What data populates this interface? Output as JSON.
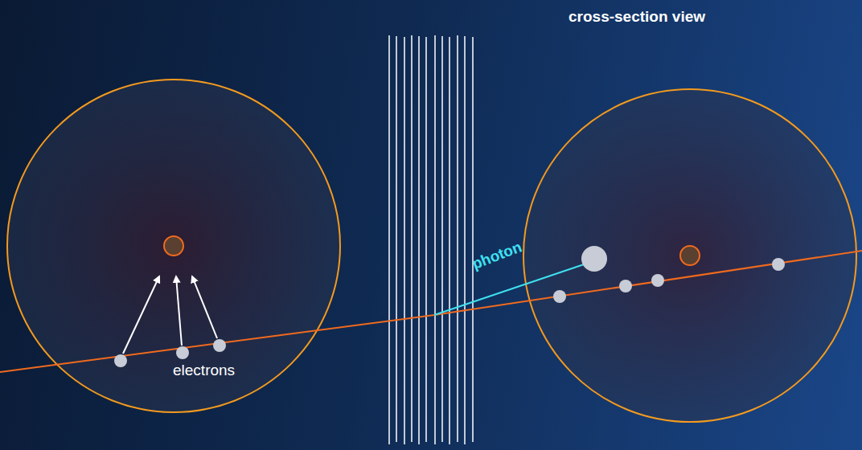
{
  "diagram": {
    "labels": [
      "cross-section view",
      "electrons",
      "photon"
    ]
  }
}
